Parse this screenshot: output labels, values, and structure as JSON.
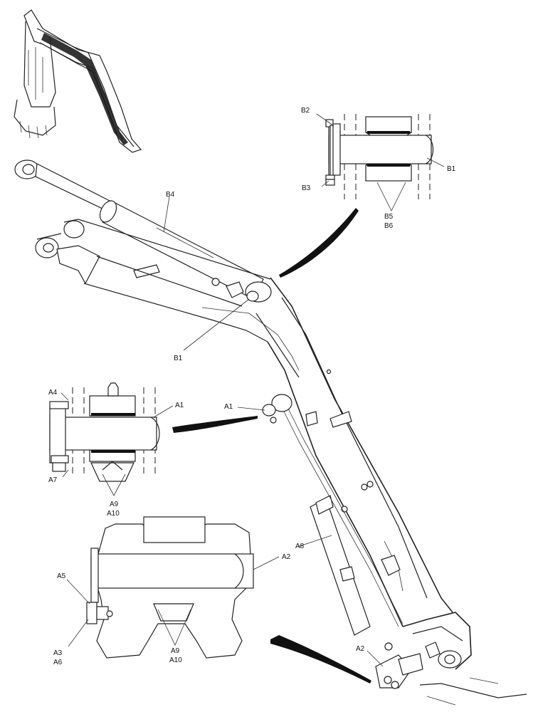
{
  "labels": {
    "B1": "B1",
    "B2": "B2",
    "B3": "B3",
    "B4": "B4",
    "B5": "B5",
    "B6": "B6",
    "A1": "A1",
    "A2": "A2",
    "A3": "A3",
    "A4": "A4",
    "A5": "A5",
    "A6": "A6",
    "A7": "A7",
    "A8": "A8",
    "A9": "A9",
    "A10": "A10"
  }
}
